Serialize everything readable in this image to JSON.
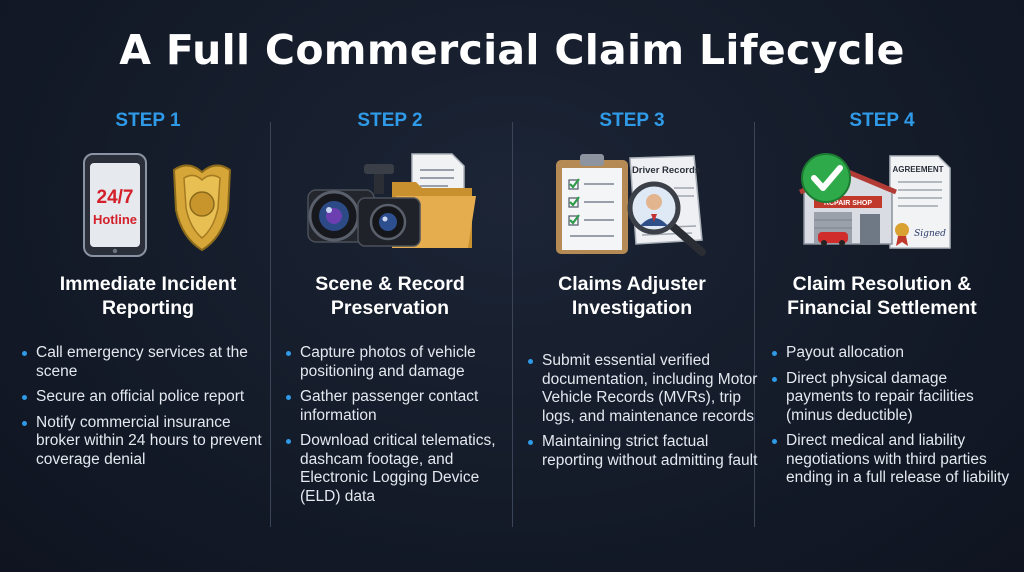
{
  "title": "A Full Commercial Claim Lifecycle",
  "colors": {
    "accent": "#2f9be8",
    "background": "#141b29",
    "text": "#ffffff"
  },
  "steps": [
    {
      "label": "STEP 1",
      "heading_line1": "Immediate Incident",
      "heading_line2": "Reporting",
      "icons": [
        "phone-icon",
        "police-badge-icon"
      ],
      "phone_line1": "24/7",
      "phone_line2": "Hotline",
      "bullets": [
        "Call emergency services at the scene",
        "Secure an official police report",
        "Notify commercial insurance broker within 24 hours to prevent coverage denial"
      ]
    },
    {
      "label": "STEP 2",
      "heading_line1": "Scene & Record",
      "heading_line2": "Preservation",
      "icons": [
        "camera-icon",
        "dashcam-icon",
        "folder-icon",
        "document-icon"
      ],
      "bullets": [
        "Capture photos of vehicle positioning and damage",
        "Gather passenger contact information",
        "Download critical telematics, dashcam footage, and Electronic Logging Device (ELD) data"
      ]
    },
    {
      "label": "STEP 3",
      "heading_line1": "Claims Adjuster",
      "heading_line2": "Investigation",
      "icons": [
        "clipboard-checklist-icon",
        "driver-records-icon",
        "magnifying-glass-icon"
      ],
      "records_label": "Driver Records",
      "bullets": [
        "Submit essential verified documentation, including Motor Vehicle Records (MVRs), trip logs, and maintenance records",
        "Maintaining strict factual reporting without admitting fault"
      ]
    },
    {
      "label": "STEP 4",
      "heading_line1": "Claim Resolution &",
      "heading_line2": "Financial Settlement",
      "icons": [
        "checkmark-icon",
        "repair-shop-icon",
        "agreement-document-icon"
      ],
      "shop_sign": "RCPAIR SHOP",
      "agreement_label": "AGREEMENT",
      "signed_label": "Signed",
      "bullets": [
        "Payout allocation",
        "Direct physical damage payments to repair facilities (minus deductible)",
        "Direct medical and liability negotiations with third parties ending in a full release of liability"
      ]
    }
  ]
}
